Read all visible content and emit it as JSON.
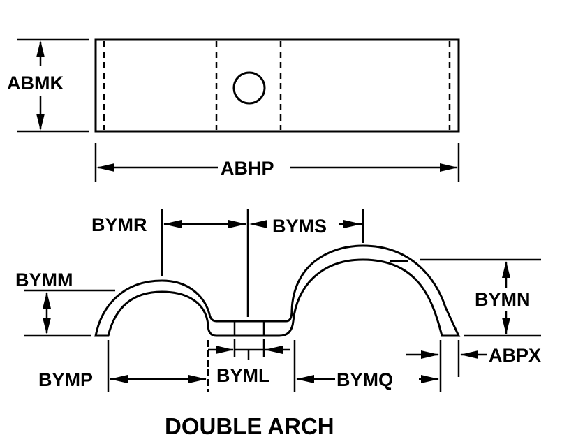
{
  "title": "DOUBLE ARCH",
  "labels": {
    "abmk": "ABMK",
    "abhp": "ABHP",
    "bymr": "BYMR",
    "byms": "BYMS",
    "bymm": "BYMM",
    "bymn": "BYMN",
    "bymp": "BYMP",
    "byml": "BYML",
    "bymq": "BYMQ",
    "abpx": "ABPX"
  }
}
